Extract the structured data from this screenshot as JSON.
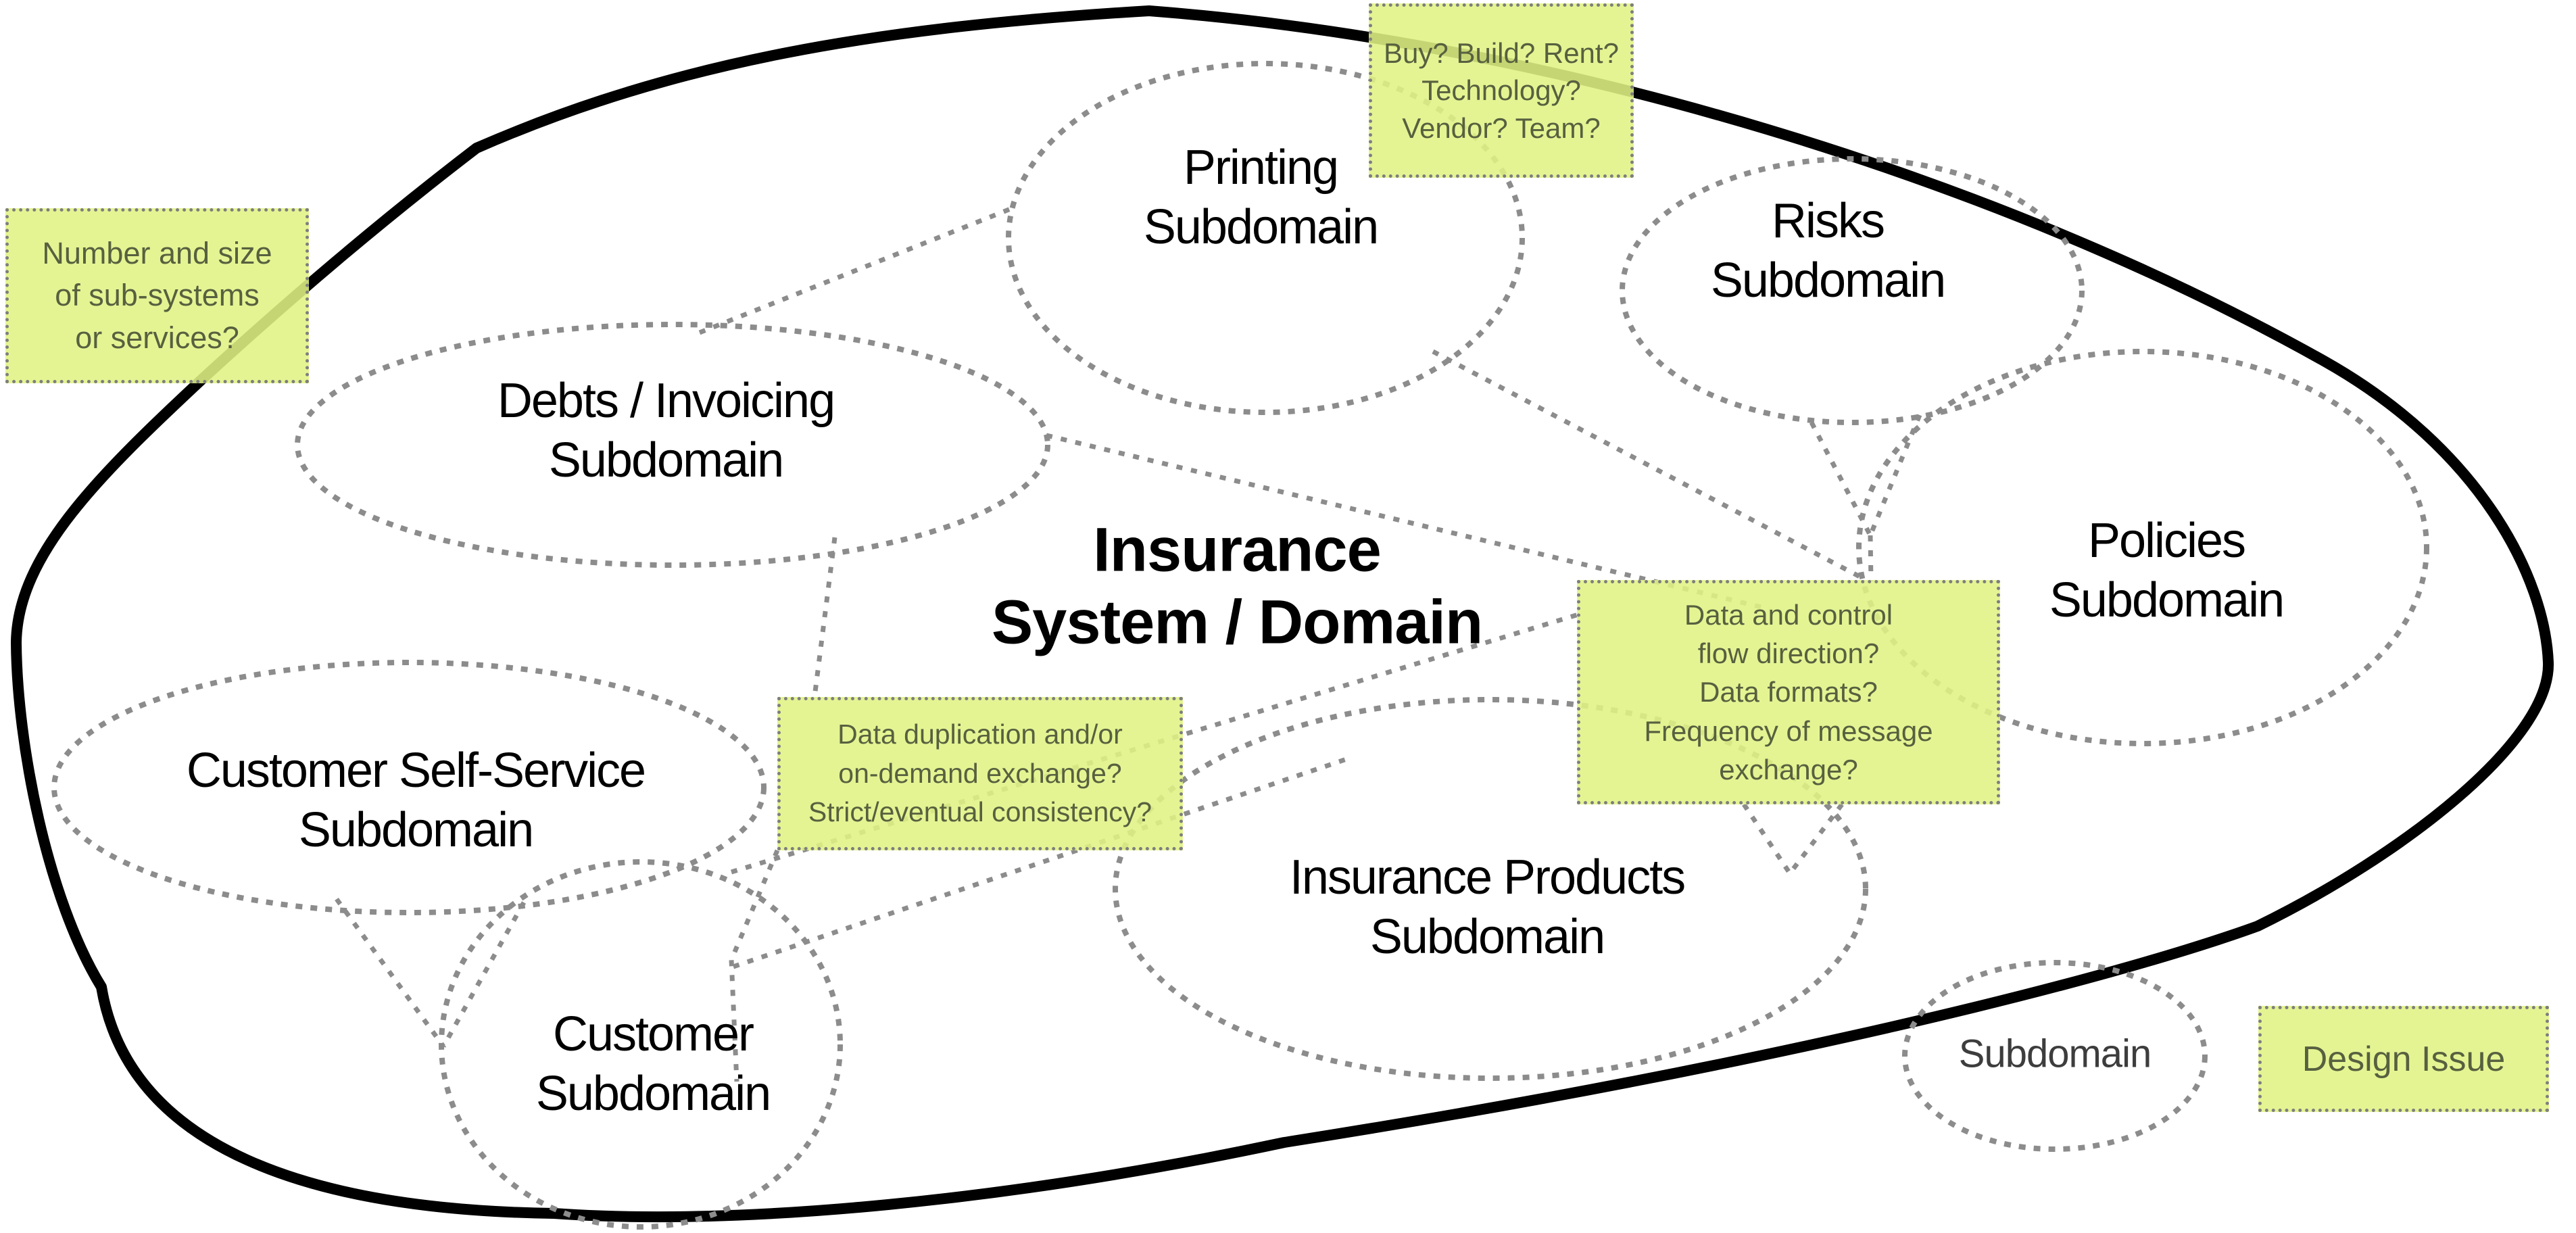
{
  "title": {
    "text": "Insurance\nSystem / Domain"
  },
  "subdomains": {
    "printing": {
      "label": "Printing\nSubdomain"
    },
    "risks": {
      "label": "Risks\nSubdomain"
    },
    "debts_invoicing": {
      "label": "Debts / Invoicing\nSubdomain"
    },
    "policies": {
      "label": "Policies\nSubdomain"
    },
    "customer_self_service": {
      "label": "Customer Self-Service\nSubdomain"
    },
    "customer": {
      "label": "Customer\nSubdomain"
    },
    "insurance_products": {
      "label": "Insurance Products\nSubdomain"
    }
  },
  "notes": {
    "buy_build_rent": {
      "text": "Buy? Build? Rent?\nTechnology?\nVendor? Team?"
    },
    "number_and_size": {
      "text": "Number and size\nof sub-systems\nor services?"
    },
    "data_duplication": {
      "text": "Data duplication and/or\non-demand exchange?\nStrict/eventual consistency?"
    },
    "data_and_control": {
      "text": "Data and control\nflow direction?\nData formats?\nFrequency of message\nexchange?"
    }
  },
  "legend": {
    "subdomain_label": "Subdomain",
    "design_issue_label": "Design Issue"
  },
  "colors": {
    "note_fill": "#e0f284",
    "note_border": "#7e7e7e",
    "note_text": "#57603f",
    "shape_stroke": "#8c8c8c",
    "domain_boundary": "#000000",
    "label_text": "#000000",
    "legend_text": "#3d3d3d"
  }
}
